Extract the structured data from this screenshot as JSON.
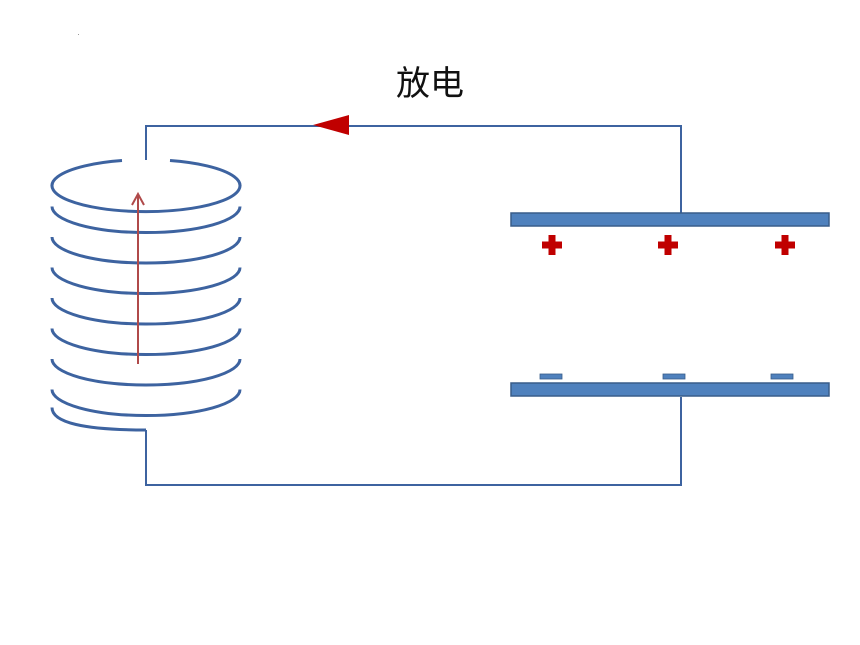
{
  "title": "放电",
  "colors": {
    "wire": "#3d63a0",
    "plate_fill": "#4f81bd",
    "plate_stroke": "#385d8a",
    "arrow_red": "#c00000",
    "coil_arrow": "#b04a4a",
    "charge_positive": "#c00000",
    "charge_negative": "#4f81bd"
  },
  "diagram": {
    "components": [
      "inductor-coil",
      "capacitor"
    ],
    "coil_turns": 8,
    "top_plate_charges": [
      "+",
      "+",
      "+"
    ],
    "bottom_plate_charges": [
      "-",
      "-",
      "-"
    ],
    "current_direction": "left",
    "coil_field_direction": "up",
    "icons": [
      "current-direction-arrow-icon",
      "magnetic-field-arrow-icon",
      "plus-charge-icon",
      "minus-charge-icon"
    ]
  }
}
